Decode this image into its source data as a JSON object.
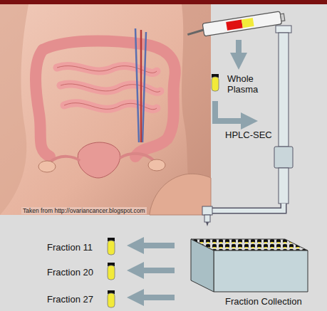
{
  "diagram": {
    "labels": [
      "Whole Plasma",
      "HPLC-SEC",
      "Fraction 11",
      "Fraction 20",
      "Fraction 27",
      "Fraction Collection",
      "Taken from http://ovariancancer.blogspot.com"
    ]
  }
}
